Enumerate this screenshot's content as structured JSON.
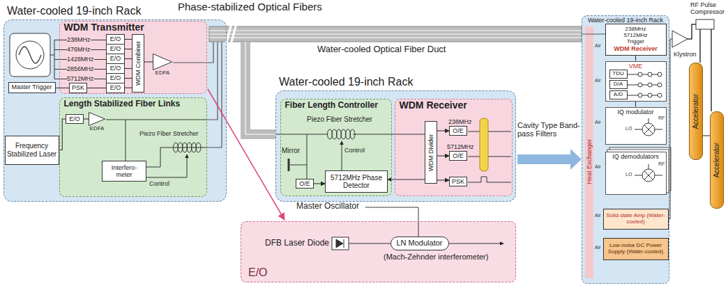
{
  "diagram": {
    "nodes": [
      {
        "text": [
          "Water-cooled 19-inch Rack"
        ]
      },
      {
        "text": [
          "WDM Transmitter"
        ],
        "in": 0
      },
      {
        "text": [
          "E/O"
        ],
        "in": 1
      },
      {
        "text": [
          "E/O"
        ],
        "in": 1
      },
      {
        "text": [
          "E/O"
        ],
        "in": 1
      },
      {
        "text": [
          "E/O"
        ],
        "in": 1
      },
      {
        "text": [
          "E/O"
        ],
        "in": 1
      },
      {
        "text": [
          "E/O"
        ],
        "in": 1
      },
      {
        "text": [
          "WDM Combiner"
        ],
        "in": 1
      },
      {
        "text": [
          "EDFA"
        ],
        "in": 1
      },
      {
        "text": [
          "Master Trigger"
        ],
        "in": 0
      },
      {
        "text": [
          "PSK"
        ],
        "in": 1
      },
      {
        "text": [
          "Length Stabilized Fiber Links"
        ],
        "in": 0
      },
      {
        "text": [
          "E/O"
        ],
        "in": 12
      },
      {
        "text": [
          "EDFA"
        ],
        "in": 12
      },
      {
        "text": [
          "Interfero- meter"
        ],
        "in": 12
      },
      {
        "text": [
          "Frequency Stabilized Laser"
        ],
        "in": 0
      },
      {
        "text": [
          "Water-cooled 19-inch Rack"
        ]
      },
      {
        "text": [
          "Fiber Length Controller"
        ],
        "in": 17
      },
      {
        "text": [
          "WDM Receiver"
        ],
        "in": 17
      },
      {
        "text": [
          "WDM Divider"
        ],
        "in": 19
      },
      {
        "text": [
          "O/E"
        ],
        "in": 19
      },
      {
        "text": [
          "O/E"
        ],
        "in": 19
      },
      {
        "text": [
          "PSK"
        ],
        "in": 19
      },
      {
        "text": [
          "5712MHz Phase Detector"
        ],
        "in": 18
      },
      {
        "text": [
          "O/E"
        ],
        "in": 18
      },
      {
        "text": [
          "E/O"
        ]
      },
      {
        "text": [
          "LN Modulator"
        ],
        "in": 26
      },
      {
        "text": [
          "Water-cooled 19-inch Rack"
        ]
      },
      {
        "text": [
          "WDM Receiver",
          "238MHz 5712MHz Trigger"
        ],
        "in": 28
      },
      {
        "text": [
          "VME"
        ],
        "in": 28
      },
      {
        "text": [
          "TDU"
        ],
        "in": 30
      },
      {
        "text": [
          "D/A"
        ],
        "in": 30
      },
      {
        "text": [
          "A/D"
        ],
        "in": 30
      },
      {
        "text": [
          "IQ modulator"
        ],
        "in": 28
      },
      {
        "text": [
          "IQ demodulators"
        ],
        "in": 28
      },
      {
        "text": [
          "Solid-state Amp (Water-cooled)"
        ],
        "in": 28
      },
      {
        "text": [
          "Low-noise DC Power Supply (Water-cooled)"
        ],
        "in": 28
      },
      {
        "text": [
          "Accelerator"
        ]
      },
      {
        "text": [
          "Accelerator"
        ]
      }
    ],
    "edges": [
      {
        "from": 2,
        "to": 8,
        "arrow": "none"
      },
      {
        "from": 3,
        "to": 8,
        "arrow": "none"
      },
      {
        "from": 4,
        "to": 8,
        "arrow": "none"
      },
      {
        "from": 5,
        "to": 8,
        "arrow": "none"
      },
      {
        "from": 6,
        "to": 8,
        "arrow": "none"
      },
      {
        "from": 7,
        "to": 8,
        "arrow": "none"
      },
      {
        "from": 8,
        "to": 9,
        "arrow": "none"
      },
      {
        "from": 10,
        "to": 11,
        "arrow": "none"
      },
      {
        "from": 11,
        "to": 7,
        "arrow": "none"
      },
      {
        "from": 16,
        "to": 13,
        "arrow": "none"
      },
      {
        "from": 13,
        "to": 14,
        "arrow": "none"
      },
      {
        "from": 20,
        "to": 21,
        "arrow": "to"
      },
      {
        "from": 20,
        "to": 22,
        "arrow": "to"
      },
      {
        "from": 20,
        "to": 23,
        "arrow": "to"
      },
      {
        "from": 25,
        "to": 24,
        "arrow": "to"
      },
      {
        "from": 29,
        "to": 30,
        "arrow": "none"
      },
      {
        "from": 30,
        "to": 34,
        "arrow": "none"
      },
      {
        "from": 38,
        "to": 39,
        "arrow": "none"
      }
    ],
    "labels": [
      "Phase-stabilized Optical Fibers",
      "238MHz",
      "476MHz",
      "1428MHz",
      "2856MHz",
      "5712MHz",
      "Piezo Fiber Stretcher",
      "Control",
      "Water-cooled Optical Fiber Duct",
      "Piezo Fiber Stretcher",
      "Mirror",
      "Control",
      "238MHz",
      "5712MHz",
      "Cavity Type Band-pass Filters",
      "Master Oscillator",
      "DFB Laser Diode",
      "(Mach-Zehnder interferometer)",
      "Heat Exchanger",
      "Air",
      "Air",
      "Air",
      "Air",
      "Air",
      "Air",
      "LO",
      "RF",
      "LO",
      "RF",
      "Klystron",
      "RF Pulse Compressor"
    ]
  }
}
